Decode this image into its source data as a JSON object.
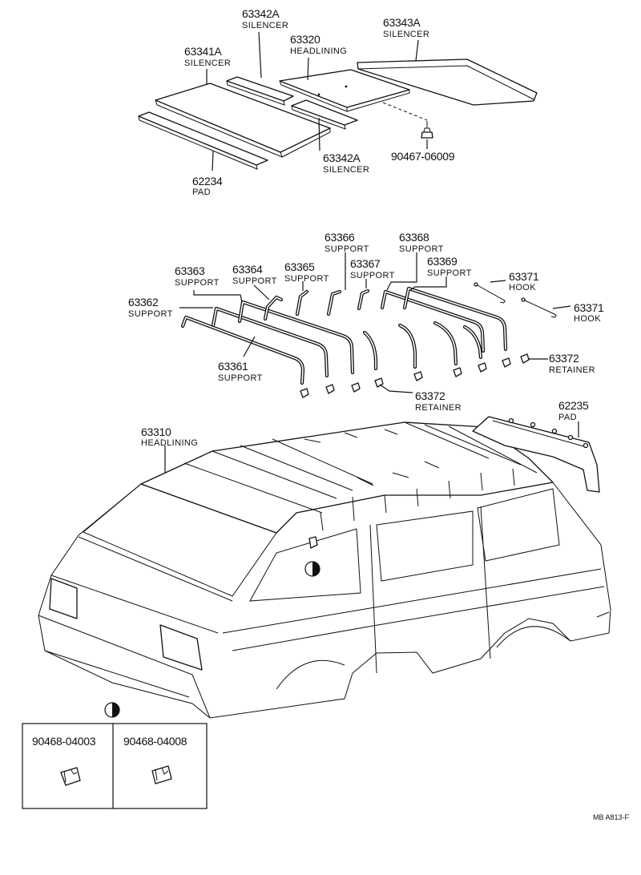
{
  "labels": {
    "p63342A_top": {
      "num": "63342A",
      "name": "SILENCER"
    },
    "p63320": {
      "num": "63320",
      "name": "HEADLINING"
    },
    "p63343A": {
      "num": "63343A",
      "name": "SILENCER"
    },
    "p63341A": {
      "num": "63341A",
      "name": "SILENCER"
    },
    "p63342A_bot": {
      "num": "63342A",
      "name": "SILENCER"
    },
    "p90467": {
      "num": "90467-06009"
    },
    "p62234": {
      "num": "62234",
      "name": "PAD"
    },
    "p63366": {
      "num": "63366",
      "name": "SUPPORT"
    },
    "p63368": {
      "num": "63368",
      "name": "SUPPORT"
    },
    "p63363": {
      "num": "63363",
      "name": "SUPPORT"
    },
    "p63364": {
      "num": "63364",
      "name": "SUPPORT"
    },
    "p63365": {
      "num": "63365",
      "name": "SUPPORT"
    },
    "p63367": {
      "num": "63367",
      "name": "SUPPORT"
    },
    "p63369": {
      "num": "63369",
      "name": "SUPPORT"
    },
    "p63371a": {
      "num": "63371",
      "name": "HOOK"
    },
    "p63371b": {
      "num": "63371",
      "name": "HOOK"
    },
    "p63362": {
      "num": "63362",
      "name": "SUPPORT"
    },
    "p63361": {
      "num": "63361",
      "name": "SUPPORT"
    },
    "p63372a": {
      "num": "63372",
      "name": "RETAINER"
    },
    "p63372b": {
      "num": "63372",
      "name": "RETAINER"
    },
    "p63310": {
      "num": "63310",
      "name": "HEADLINING"
    },
    "p62235": {
      "num": "62235",
      "name": "PAD"
    },
    "p90468_04003": {
      "num": "90468-04003"
    },
    "p90468_04008": {
      "num": "90468-04008"
    }
  },
  "footer": {
    "code": "MB  A813-F"
  }
}
